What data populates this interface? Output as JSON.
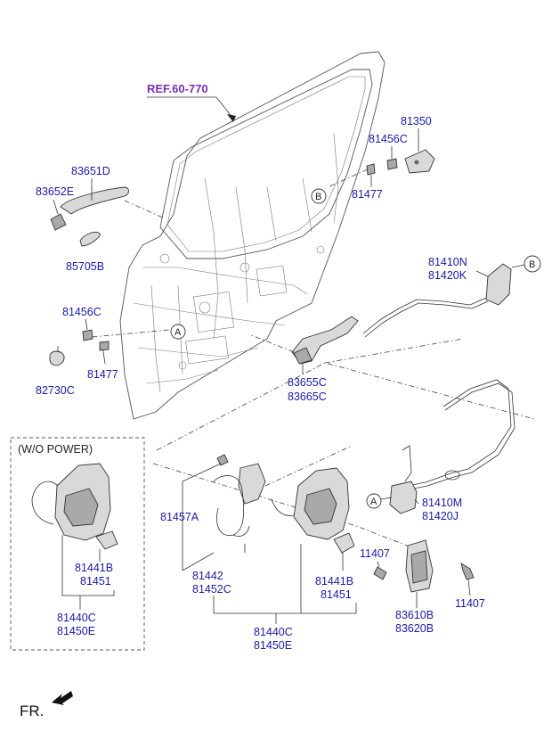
{
  "reference": {
    "text": "REF.60-770"
  },
  "wo_power": {
    "title": "(W/O POWER)"
  },
  "circles": {
    "a": "A",
    "b": "B"
  },
  "front": {
    "text": "FR."
  },
  "labels": {
    "p83651D": "83651D",
    "p83652E": "83652E",
    "p85705B": "85705B",
    "p81456C_left": "81456C",
    "p82730C": "82730C",
    "p81477_left": "81477",
    "p81350": "81350",
    "p81456C_right": "81456C",
    "p81477_right": "81477",
    "p81410N": "81410N",
    "p81420K": "81420K",
    "p83655C": "83655C",
    "p83665C": "83665C",
    "p81410M": "81410M",
    "p81420J": "81420J",
    "p81457A": "81457A",
    "p81442": "81442",
    "p81452C": "81452C",
    "p81441B_mid": "81441B",
    "p81451_mid": "81451",
    "p81440C_mid": "81440C",
    "p81450E_mid": "81450E",
    "p81441B_left": "81441B",
    "p81451_left": "81451",
    "p81440C_left": "81440C",
    "p81450E_left": "81450E",
    "p11407_a": "11407",
    "p11407_b": "11407",
    "p83610B": "83610B",
    "p83620B": "83620B"
  }
}
